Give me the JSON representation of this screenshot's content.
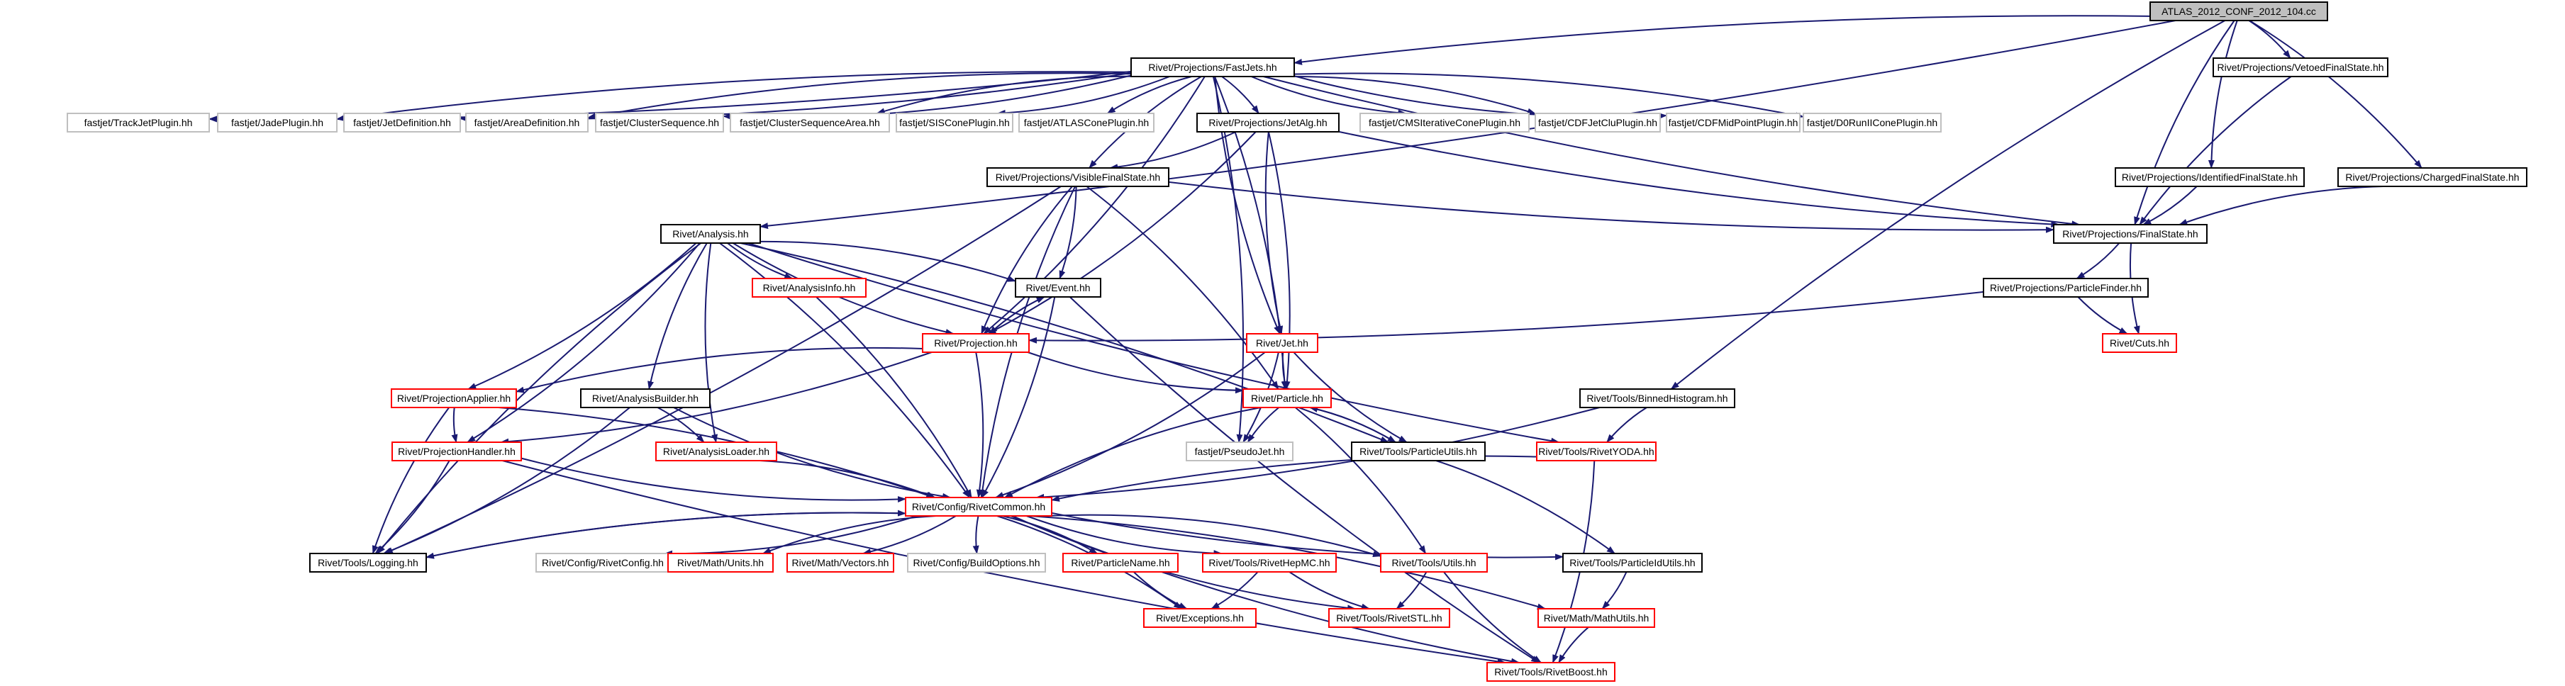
{
  "graph": {
    "colors": {
      "edge": "#191970",
      "root_fill": "#bfbfbf",
      "black": "#000000",
      "red": "#ff0000",
      "gray": "#bfbfbf"
    },
    "nodes": [
      {
        "id": "root",
        "label": "ATLAS_2012_CONF_2012_104.cc",
        "style": "root"
      },
      {
        "id": "fastjets",
        "label": "Rivet/Projections/FastJets.hh",
        "style": "black"
      },
      {
        "id": "vetoed",
        "label": "Rivet/Projections/VetoedFinalState.hh",
        "style": "black"
      },
      {
        "id": "trackjet",
        "label": "fastjet/TrackJetPlugin.hh",
        "style": "gray"
      },
      {
        "id": "jadeplugin",
        "label": "fastjet/JadePlugin.hh",
        "style": "gray"
      },
      {
        "id": "jetdef",
        "label": "fastjet/JetDefinition.hh",
        "style": "gray"
      },
      {
        "id": "areadef",
        "label": "fastjet/AreaDefinition.hh",
        "style": "gray"
      },
      {
        "id": "clusterseq",
        "label": "fastjet/ClusterSequence.hh",
        "style": "gray"
      },
      {
        "id": "clusterseqarea",
        "label": "fastjet/ClusterSequenceArea.hh",
        "style": "gray"
      },
      {
        "id": "siscone",
        "label": "fastjet/SISConePlugin.hh",
        "style": "gray"
      },
      {
        "id": "atlascone",
        "label": "fastjet/ATLASConePlugin.hh",
        "style": "gray"
      },
      {
        "id": "jetalg",
        "label": "Rivet/Projections/JetAlg.hh",
        "style": "black"
      },
      {
        "id": "cmsiter",
        "label": "fastjet/CMSIterativeConePlugin.hh",
        "style": "gray"
      },
      {
        "id": "cdfjetclu",
        "label": "fastjet/CDFJetCluPlugin.hh",
        "style": "gray"
      },
      {
        "id": "cdfmid",
        "label": "fastjet/CDFMidPointPlugin.hh",
        "style": "gray"
      },
      {
        "id": "d0run",
        "label": "fastjet/D0RunIIConePlugin.hh",
        "style": "gray"
      },
      {
        "id": "visiblefs",
        "label": "Rivet/Projections/VisibleFinalState.hh",
        "style": "black"
      },
      {
        "id": "identifiedfs",
        "label": "Rivet/Projections/IdentifiedFinalState.hh",
        "style": "black"
      },
      {
        "id": "chargedfs",
        "label": "Rivet/Projections/ChargedFinalState.hh",
        "style": "black"
      },
      {
        "id": "analysis",
        "label": "Rivet/Analysis.hh",
        "style": "black"
      },
      {
        "id": "finalstate",
        "label": "Rivet/Projections/FinalState.hh",
        "style": "black"
      },
      {
        "id": "particlefinder",
        "label": "Rivet/Projections/ParticleFinder.hh",
        "style": "black"
      },
      {
        "id": "analysisinfo",
        "label": "Rivet/AnalysisInfo.hh",
        "style": "red"
      },
      {
        "id": "event",
        "label": "Rivet/Event.hh",
        "style": "black"
      },
      {
        "id": "projection",
        "label": "Rivet/Projection.hh",
        "style": "red"
      },
      {
        "id": "jet",
        "label": "Rivet/Jet.hh",
        "style": "red"
      },
      {
        "id": "cuts",
        "label": "Rivet/Cuts.hh",
        "style": "red"
      },
      {
        "id": "projapplier",
        "label": "Rivet/ProjectionApplier.hh",
        "style": "red"
      },
      {
        "id": "analysisbuilder",
        "label": "Rivet/AnalysisBuilder.hh",
        "style": "black"
      },
      {
        "id": "particle",
        "label": "Rivet/Particle.hh",
        "style": "red"
      },
      {
        "id": "binnedhisto",
        "label": "Rivet/Tools/BinnedHistogram.hh",
        "style": "black"
      },
      {
        "id": "projhandler",
        "label": "Rivet/ProjectionHandler.hh",
        "style": "red"
      },
      {
        "id": "analysisloader",
        "label": "Rivet/AnalysisLoader.hh",
        "style": "red"
      },
      {
        "id": "pseudojet",
        "label": "fastjet/PseudoJet.hh",
        "style": "gray"
      },
      {
        "id": "particleutils",
        "label": "Rivet/Tools/ParticleUtils.hh",
        "style": "black"
      },
      {
        "id": "rivetyoda",
        "label": "Rivet/Tools/RivetYODA.hh",
        "style": "red"
      },
      {
        "id": "rivetcommon",
        "label": "Rivet/Config/RivetCommon.hh",
        "style": "red"
      },
      {
        "id": "logging",
        "label": "Rivet/Tools/Logging.hh",
        "style": "black"
      },
      {
        "id": "rivetconfig",
        "label": "Rivet/Config/RivetConfig.hh",
        "style": "gray"
      },
      {
        "id": "units",
        "label": "Rivet/Math/Units.hh",
        "style": "red"
      },
      {
        "id": "vectors",
        "label": "Rivet/Math/Vectors.hh",
        "style": "red"
      },
      {
        "id": "buildoptions",
        "label": "Rivet/Config/BuildOptions.hh",
        "style": "gray"
      },
      {
        "id": "particlename",
        "label": "Rivet/ParticleName.hh",
        "style": "red"
      },
      {
        "id": "hepmc",
        "label": "Rivet/Tools/RivetHepMC.hh",
        "style": "red"
      },
      {
        "id": "utils",
        "label": "Rivet/Tools/Utils.hh",
        "style": "red"
      },
      {
        "id": "pidutils",
        "label": "Rivet/Tools/ParticleIdUtils.hh",
        "style": "black"
      },
      {
        "id": "exceptions",
        "label": "Rivet/Exceptions.hh",
        "style": "red"
      },
      {
        "id": "rivetstl",
        "label": "Rivet/Tools/RivetSTL.hh",
        "style": "red"
      },
      {
        "id": "mathutils",
        "label": "Rivet/Math/MathUtils.hh",
        "style": "red"
      },
      {
        "id": "rivetboost",
        "label": "Rivet/Tools/RivetBoost.hh",
        "style": "red"
      }
    ],
    "edges": [
      [
        "root",
        "fastjets"
      ],
      [
        "root",
        "vetoed"
      ],
      [
        "root",
        "identifiedfs"
      ],
      [
        "root",
        "chargedfs"
      ],
      [
        "root",
        "finalstate"
      ],
      [
        "root",
        "analysis"
      ],
      [
        "root",
        "binnedhisto"
      ],
      [
        "fastjets",
        "trackjet"
      ],
      [
        "fastjets",
        "jadeplugin"
      ],
      [
        "fastjets",
        "jetdef"
      ],
      [
        "fastjets",
        "areadef"
      ],
      [
        "fastjets",
        "clusterseq"
      ],
      [
        "fastjets",
        "clusterseqarea"
      ],
      [
        "fastjets",
        "siscone"
      ],
      [
        "fastjets",
        "atlascone"
      ],
      [
        "fastjets",
        "jetalg"
      ],
      [
        "fastjets",
        "cmsiter"
      ],
      [
        "fastjets",
        "cdfjetclu"
      ],
      [
        "fastjets",
        "cdfmid"
      ],
      [
        "fastjets",
        "d0run"
      ],
      [
        "fastjets",
        "finalstate"
      ],
      [
        "fastjets",
        "particle"
      ],
      [
        "fastjets",
        "jet"
      ],
      [
        "fastjets",
        "pseudojet"
      ],
      [
        "fastjets",
        "visiblefs"
      ],
      [
        "fastjets",
        "projection"
      ],
      [
        "vetoed",
        "finalstate"
      ],
      [
        "identifiedfs",
        "finalstate"
      ],
      [
        "chargedfs",
        "finalstate"
      ],
      [
        "jetalg",
        "visiblefs"
      ],
      [
        "jetalg",
        "finalstate"
      ],
      [
        "jetalg",
        "projection"
      ],
      [
        "jetalg",
        "jet"
      ],
      [
        "jetalg",
        "particle"
      ],
      [
        "visiblefs",
        "finalstate"
      ],
      [
        "visiblefs",
        "event"
      ],
      [
        "visiblefs",
        "projection"
      ],
      [
        "visiblefs",
        "particle"
      ],
      [
        "visiblefs",
        "rivetcommon"
      ],
      [
        "visiblefs",
        "logging"
      ],
      [
        "analysis",
        "analysisinfo"
      ],
      [
        "analysis",
        "event"
      ],
      [
        "analysis",
        "projection"
      ],
      [
        "analysis",
        "projapplier"
      ],
      [
        "analysis",
        "analysisbuilder"
      ],
      [
        "analysis",
        "projhandler"
      ],
      [
        "analysis",
        "analysisloader"
      ],
      [
        "analysis",
        "rivetcommon"
      ],
      [
        "analysis",
        "logging"
      ],
      [
        "analysis",
        "particleutils"
      ],
      [
        "analysis",
        "rivetyoda"
      ],
      [
        "finalstate",
        "particlefinder"
      ],
      [
        "finalstate",
        "cuts"
      ],
      [
        "particlefinder",
        "projection"
      ],
      [
        "particlefinder",
        "cuts"
      ],
      [
        "analysisinfo",
        "rivetcommon"
      ],
      [
        "event",
        "projection"
      ],
      [
        "event",
        "rivetcommon"
      ],
      [
        "event",
        "rivetboost"
      ],
      [
        "projection",
        "event"
      ],
      [
        "projection",
        "projapplier"
      ],
      [
        "projection",
        "projhandler"
      ],
      [
        "projection",
        "particle"
      ],
      [
        "projection",
        "rivetcommon"
      ],
      [
        "jet",
        "particle"
      ],
      [
        "jet",
        "pseudojet"
      ],
      [
        "jet",
        "particleutils"
      ],
      [
        "jet",
        "rivetcommon"
      ],
      [
        "projapplier",
        "projhandler"
      ],
      [
        "projapplier",
        "rivetcommon"
      ],
      [
        "projapplier",
        "logging"
      ],
      [
        "analysisbuilder",
        "analysisloader"
      ],
      [
        "analysisbuilder",
        "rivetcommon"
      ],
      [
        "analysisbuilder",
        "logging"
      ],
      [
        "particle",
        "pseudojet"
      ],
      [
        "particle",
        "particleutils"
      ],
      [
        "particle",
        "rivetcommon"
      ],
      [
        "particle",
        "utils"
      ],
      [
        "particleutils",
        "particle"
      ],
      [
        "particleutils",
        "pidutils"
      ],
      [
        "binnedhisto",
        "rivetyoda"
      ],
      [
        "binnedhisto",
        "rivetcommon"
      ],
      [
        "rivetyoda",
        "rivetcommon"
      ],
      [
        "rivetyoda",
        "rivetboost"
      ],
      [
        "projhandler",
        "rivetcommon"
      ],
      [
        "projhandler",
        "logging"
      ],
      [
        "projhandler",
        "rivetboost"
      ],
      [
        "analysisloader",
        "rivetcommon"
      ],
      [
        "rivetcommon",
        "logging"
      ],
      [
        "rivetcommon",
        "rivetconfig"
      ],
      [
        "rivetcommon",
        "units"
      ],
      [
        "rivetcommon",
        "vectors"
      ],
      [
        "rivetcommon",
        "buildoptions"
      ],
      [
        "rivetcommon",
        "particlename"
      ],
      [
        "rivetcommon",
        "hepmc"
      ],
      [
        "rivetcommon",
        "utils"
      ],
      [
        "rivetcommon",
        "pidutils"
      ],
      [
        "rivetcommon",
        "exceptions"
      ],
      [
        "rivetcommon",
        "rivetstl"
      ],
      [
        "rivetcommon",
        "mathutils"
      ],
      [
        "rivetcommon",
        "rivetboost"
      ],
      [
        "logging",
        "rivetcommon"
      ],
      [
        "particlename",
        "exceptions"
      ],
      [
        "hepmc",
        "exceptions"
      ],
      [
        "hepmc",
        "rivetstl"
      ],
      [
        "utils",
        "rivetstl"
      ],
      [
        "utils",
        "rivetboost"
      ],
      [
        "pidutils",
        "mathutils"
      ],
      [
        "mathutils",
        "rivetboost"
      ]
    ]
  }
}
